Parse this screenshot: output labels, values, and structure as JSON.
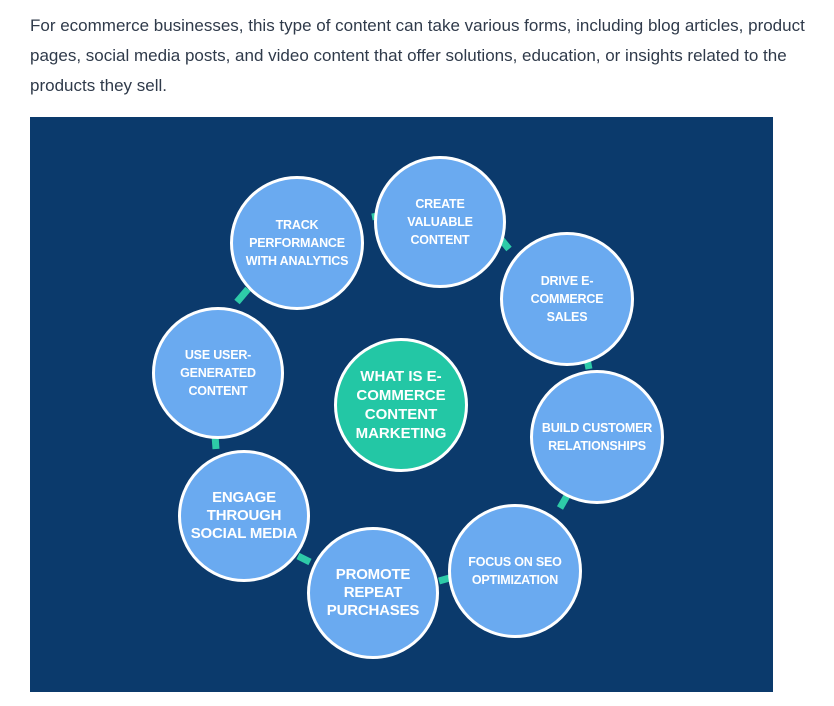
{
  "intro_text": "For ecommerce businesses, this type of content can take various forms, including blog articles, product pages, social media posts, and video content that offer solutions, education, or insights related to the products they sell.",
  "colors": {
    "panel_background": "#0b3a6c",
    "node_fill": "#6aaaf0",
    "center_fill": "#23c7a5",
    "connector": "#2ecba8",
    "intro_text": "#2f3a4a"
  },
  "diagram": {
    "center_label": "WHAT IS E-COMMERCE CONTENT MARKETING",
    "nodes": [
      {
        "label": "CREATE VALUABLE CONTENT"
      },
      {
        "label": "DRIVE E-COMMERCE SALES"
      },
      {
        "label": "BUILD CUSTOMER RELATIONSHIPS"
      },
      {
        "label": "FOCUS ON SEO OPTIMIZATION"
      },
      {
        "label": "PROMOTE REPEAT PURCHASES"
      },
      {
        "label": "ENGAGE THROUGH SOCIAL MEDIA"
      },
      {
        "label": "USE USER-GENERATED CONTENT"
      },
      {
        "label": "TRACK PERFORMANCE WITH ANALYTICS"
      }
    ]
  }
}
